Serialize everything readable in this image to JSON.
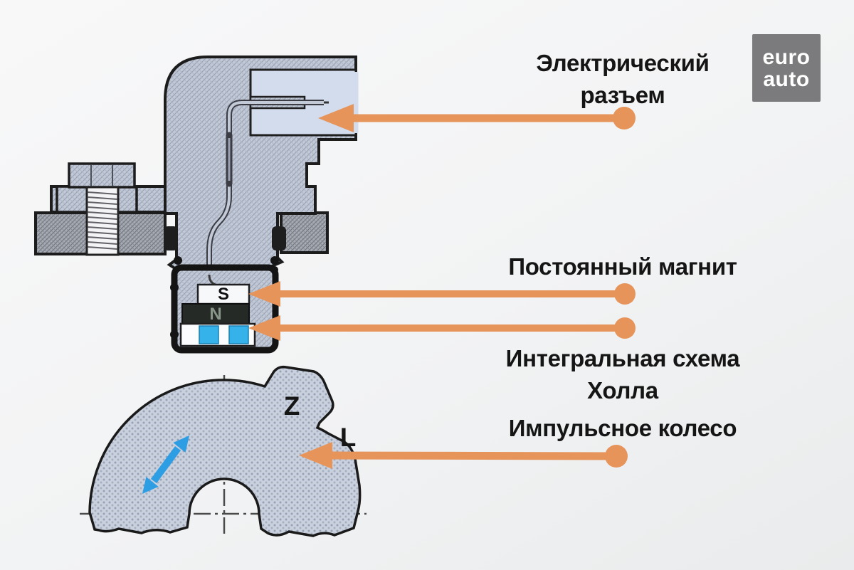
{
  "logo": {
    "line1": "euro",
    "line2": "auto",
    "bg": "#7b7b7d",
    "fg": "#ffffff"
  },
  "annotations": {
    "connector": {
      "line1": "Электрический",
      "line2": "разъем"
    },
    "magnet": {
      "text": "Постоянный магнит"
    },
    "hall_ic": {
      "line1": "Интегральная схема",
      "line2": "Холла"
    },
    "pulse_wheel": {
      "text": "Импульсное колесо"
    }
  },
  "sensor": {
    "magnet_south_label": "S",
    "magnet_north_label": "N"
  },
  "wheel": {
    "tooth_label": "Z",
    "gap_label": "L"
  },
  "colors": {
    "arrow_orange": "#E6945A",
    "label_text": "#151515",
    "body_fill": "#c2cad8",
    "cavity_fill": "#d3dcec",
    "plate_fill": "#a7abb3",
    "wheel_fill": "#c9d1df",
    "magnet_dark": "#262a26",
    "ic_blue": "#35b2e9",
    "motion_arrow_blue": "#2d9de4"
  }
}
